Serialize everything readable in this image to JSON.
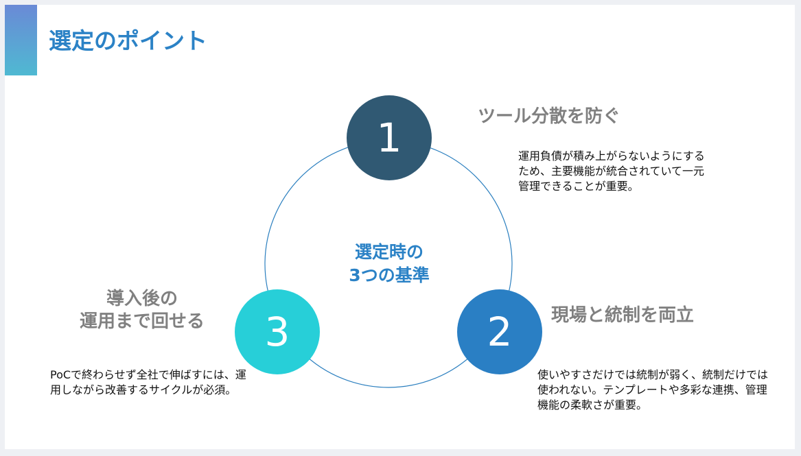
{
  "page": {
    "title": "選定のポイント"
  },
  "center": {
    "line1": "選定時の",
    "line2": "3つの基準"
  },
  "points": [
    {
      "number": "1",
      "title": "ツール分散を防ぐ",
      "description": "運用負債が積み上がらないようにするため、主要機能が統合されていて一元管理できることが重要。",
      "color": "#305973"
    },
    {
      "number": "2",
      "title": "現場と統制を両立",
      "description": "使いやすさだけでは統制が弱く、統制だけでは使われない。テンプレートや多彩な連携、管理機能の柔軟さが重要。",
      "color": "#2a7fc4"
    },
    {
      "number": "3",
      "title_line1": "導入後の",
      "title_line2": "運用まで回せる",
      "description": "PoCで終わらせず全社で伸ばすには、運用しながら改善するサイクルが必須。",
      "color": "#27cfd8"
    }
  ],
  "colors": {
    "title": "#2b82c6",
    "accent_start": "#6a8ad6",
    "accent_end": "#4fb9d2",
    "ring": "#2b7fbf",
    "subtitle": "#808080"
  }
}
